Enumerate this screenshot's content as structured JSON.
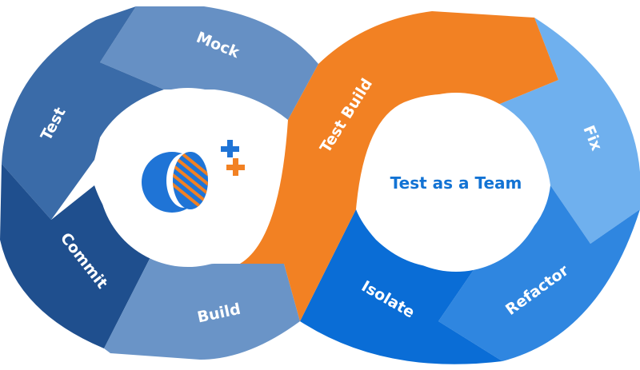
{
  "segments": {
    "mock": "Mock",
    "test": "Test",
    "commit": "Commit",
    "build": "Build",
    "test_build": "Test Build",
    "fix": "Fix",
    "refactor": "Refactor",
    "isolate": "Isolate"
  },
  "right_center": {
    "label": "Test as a Team"
  },
  "left_center": {
    "logo": "logo-with-plus-icons"
  },
  "colors": {
    "mock": "#6690c4",
    "test": "#3a6ba8",
    "commit": "#1f4f8e",
    "build": "#6a94c7",
    "test_build": "#f28123",
    "fix": "#6fb0ee",
    "refactor": "#2f86e0",
    "isolate": "#0a6dd6",
    "center_text": "#1273d4",
    "logo_blue": "#1f74d6",
    "logo_orange": "#f28123"
  }
}
